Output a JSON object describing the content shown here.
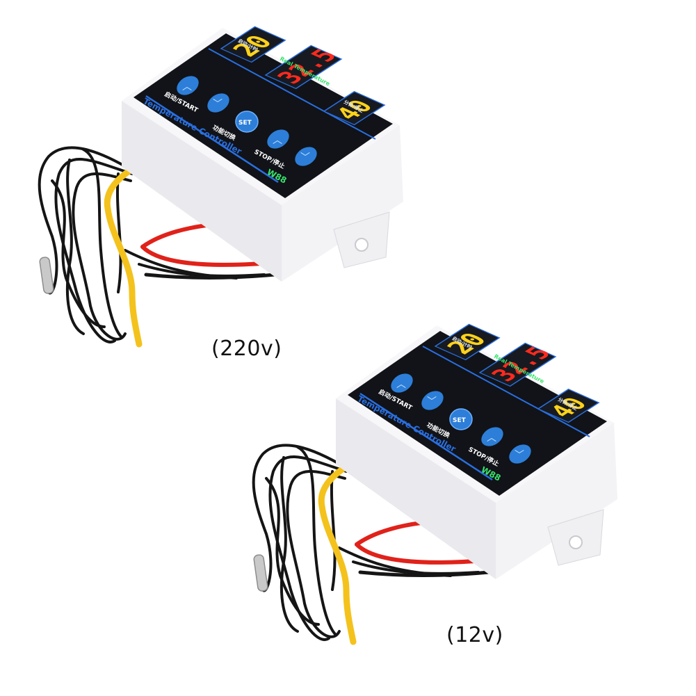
{
  "units": [
    {
      "variant_label": "(220v)",
      "faceplate": {
        "brand_line": "Temperature Controller",
        "model": "W88",
        "start_label": "启动/START",
        "mode_label": "功能切换",
        "stop_label": "STOP/停止",
        "set_label": "SET",
        "top_left_tag": "启动/计时",
        "top_center_tag": "Real Temperature",
        "top_right_tag": "分钟/停止",
        "display_left": "20",
        "display_center": "32.5",
        "display_right": "40"
      }
    },
    {
      "variant_label": "(12v)",
      "faceplate": {
        "brand_line": "Temperature Controller",
        "model": "W88",
        "start_label": "启动/START",
        "mode_label": "功能切换",
        "stop_label": "STOP/停止",
        "set_label": "SET",
        "top_left_tag": "启动/计时",
        "top_center_tag": "Real Temperature",
        "top_right_tag": "分钟/停止",
        "display_left": "20",
        "display_center": "32.5",
        "display_right": "40"
      }
    }
  ],
  "colors": {
    "panel": "#111318",
    "display_yellow": "#ffd21a",
    "display_red": "#ff2a1e",
    "button_blue": "#2d7ed8",
    "accent_blue": "#2a6fe0",
    "model_green": "#39e36b",
    "wire_yellow": "#f4c21c",
    "wire_red": "#e0221a",
    "wire_black": "#151515"
  }
}
